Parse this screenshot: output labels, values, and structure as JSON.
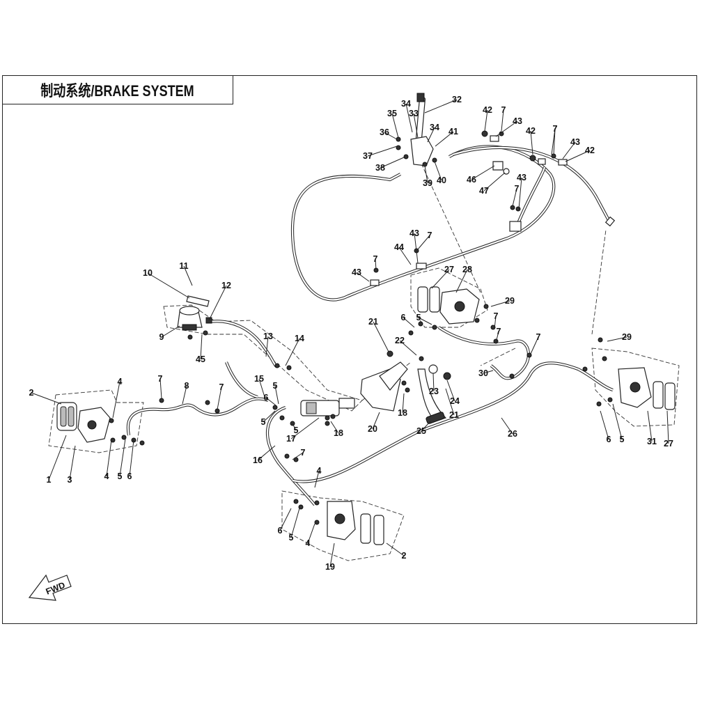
{
  "title": "制动系统/BRAKE SYSTEM",
  "fwd": "FWD",
  "callouts": [
    {
      "t": "1"
    },
    {
      "t": "2"
    },
    {
      "t": "3"
    },
    {
      "t": "4"
    },
    {
      "t": "4"
    },
    {
      "t": "5"
    },
    {
      "t": "6"
    },
    {
      "t": "7"
    },
    {
      "t": "8"
    },
    {
      "t": "7"
    },
    {
      "t": "9"
    },
    {
      "t": "10"
    },
    {
      "t": "11"
    },
    {
      "t": "12"
    },
    {
      "t": "45"
    },
    {
      "t": "13"
    },
    {
      "t": "14"
    },
    {
      "t": "15"
    },
    {
      "t": "5"
    },
    {
      "t": "6"
    },
    {
      "t": "5"
    },
    {
      "t": "5"
    },
    {
      "t": "17"
    },
    {
      "t": "18"
    },
    {
      "t": "16"
    },
    {
      "t": "7"
    },
    {
      "t": "4"
    },
    {
      "t": "6"
    },
    {
      "t": "5"
    },
    {
      "t": "4"
    },
    {
      "t": "19"
    },
    {
      "t": "2"
    },
    {
      "t": "20"
    },
    {
      "t": "18"
    },
    {
      "t": "21"
    },
    {
      "t": "22"
    },
    {
      "t": "23"
    },
    {
      "t": "24"
    },
    {
      "t": "21"
    },
    {
      "t": "25"
    },
    {
      "t": "26"
    },
    {
      "t": "27"
    },
    {
      "t": "28"
    },
    {
      "t": "29"
    },
    {
      "t": "6"
    },
    {
      "t": "5"
    },
    {
      "t": "7"
    },
    {
      "t": "7"
    },
    {
      "t": "30"
    },
    {
      "t": "7"
    },
    {
      "t": "29"
    },
    {
      "t": "6"
    },
    {
      "t": "5"
    },
    {
      "t": "31"
    },
    {
      "t": "27"
    },
    {
      "t": "43"
    },
    {
      "t": "44"
    },
    {
      "t": "43"
    },
    {
      "t": "7"
    },
    {
      "t": "7"
    },
    {
      "t": "32"
    },
    {
      "t": "35"
    },
    {
      "t": "34"
    },
    {
      "t": "33"
    },
    {
      "t": "36"
    },
    {
      "t": "34"
    },
    {
      "t": "41"
    },
    {
      "t": "37"
    },
    {
      "t": "38"
    },
    {
      "t": "39"
    },
    {
      "t": "40"
    },
    {
      "t": "42"
    },
    {
      "t": "7"
    },
    {
      "t": "43"
    },
    {
      "t": "42"
    },
    {
      "t": "7"
    },
    {
      "t": "43"
    },
    {
      "t": "42"
    },
    {
      "t": "46"
    },
    {
      "t": "47"
    },
    {
      "t": "43"
    },
    {
      "t": "7"
    },
    {
      "t": "7"
    }
  ]
}
